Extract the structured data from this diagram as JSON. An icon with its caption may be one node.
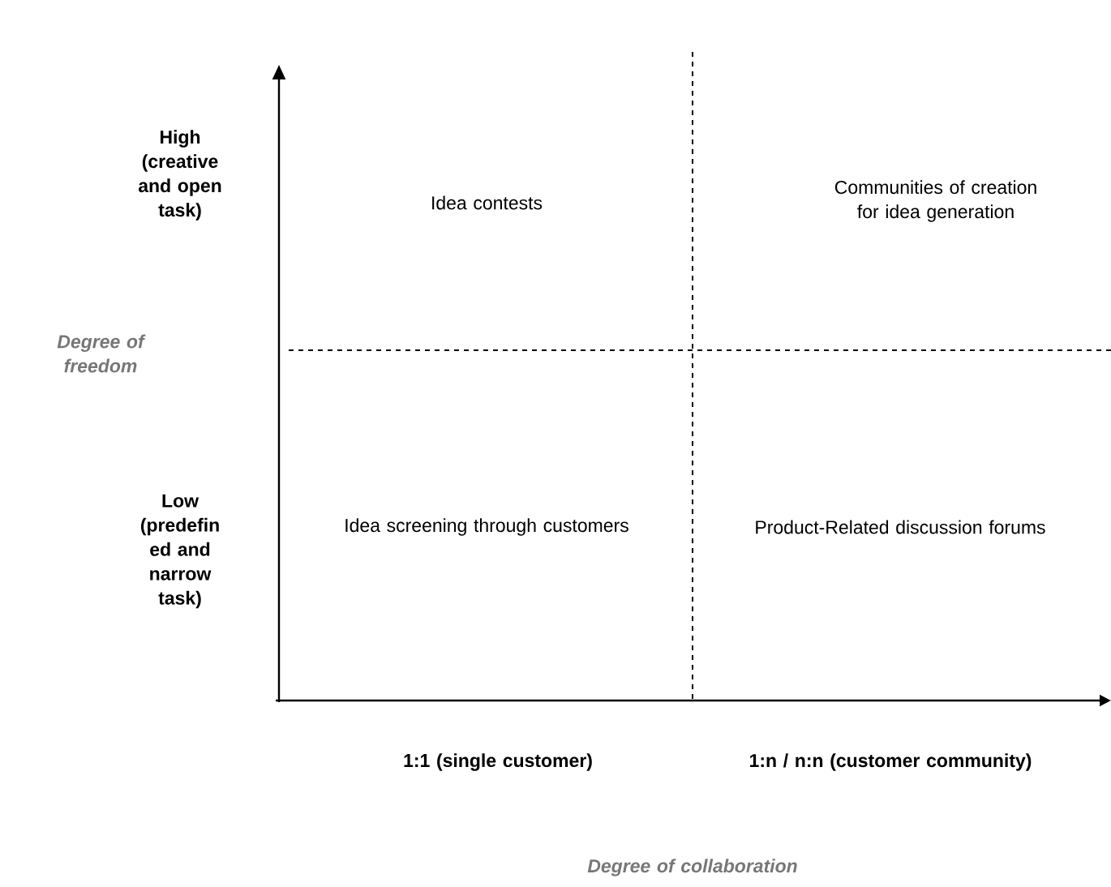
{
  "diagram": {
    "labels": [
      "High (creative and open task)",
      "Idea contests",
      "Communities of creation for idea generation",
      "Degree of freedom",
      "Low (predefin ed and narrow task)",
      "Idea screening through customers",
      "Product-Related discussion forums",
      "1:1 (single customer)",
      "1:n / n:n (customer community)",
      "Degree of collaboration"
    ]
  }
}
